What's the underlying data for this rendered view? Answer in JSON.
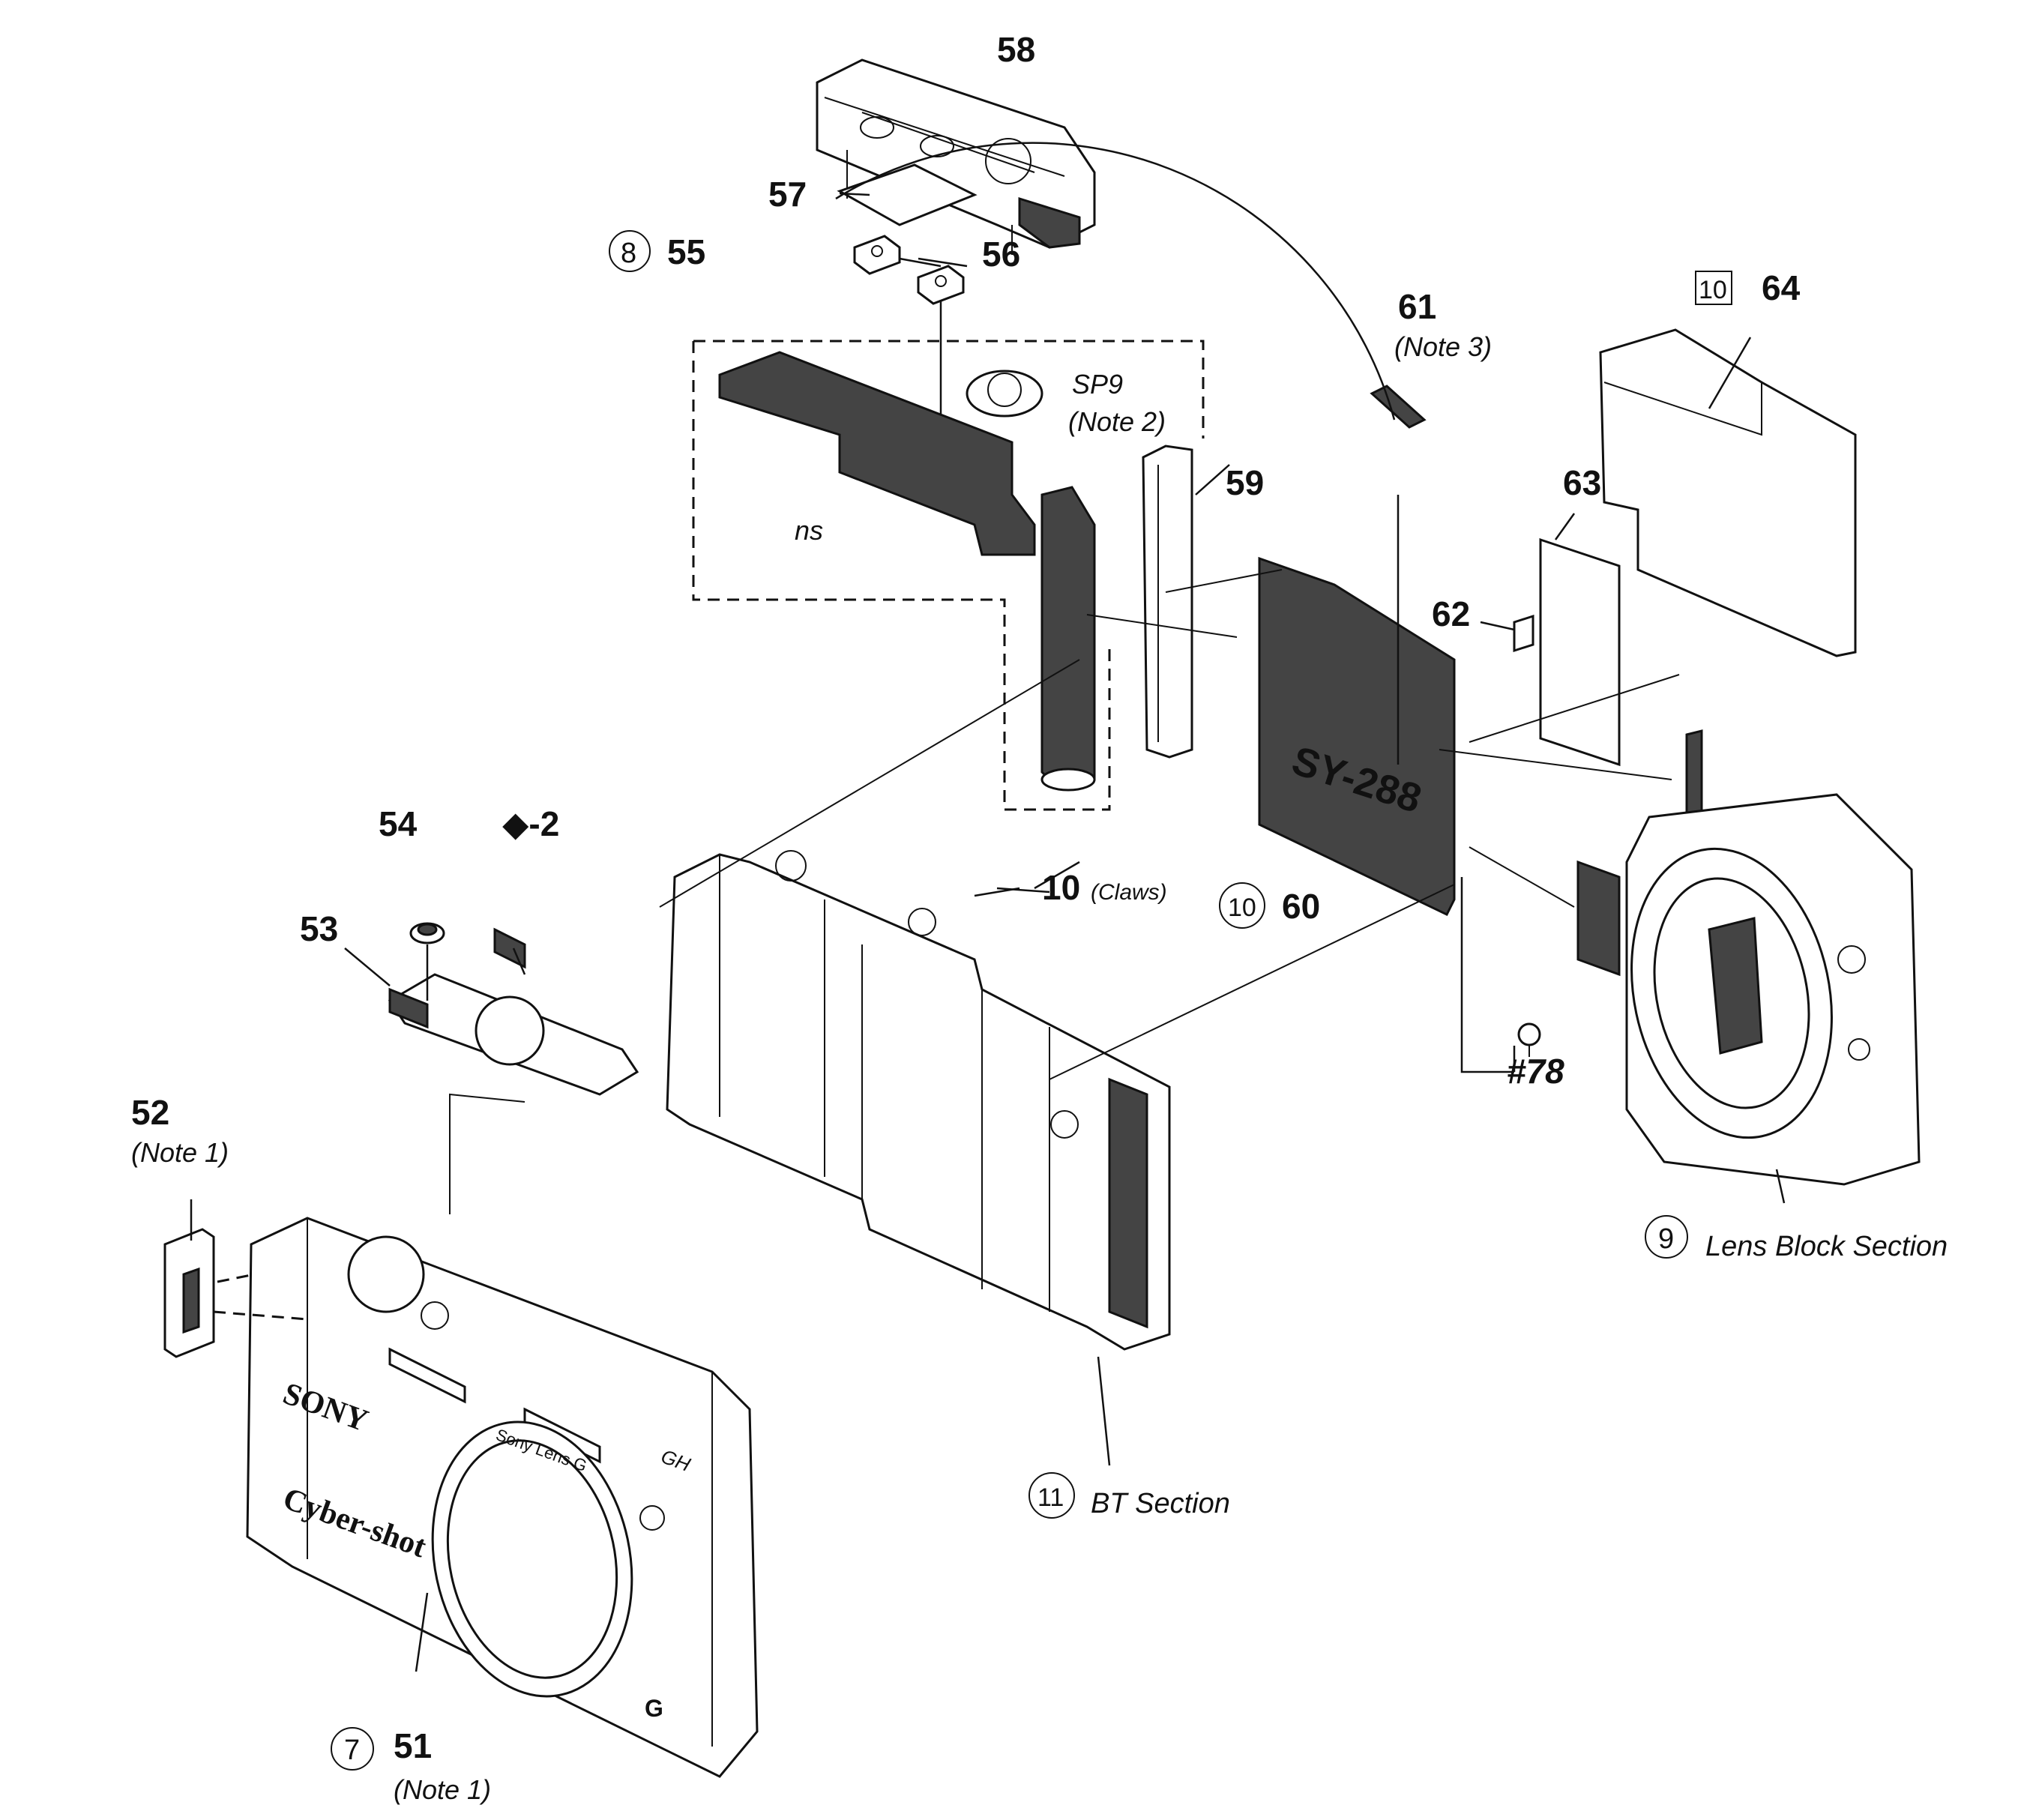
{
  "callouts": {
    "c51": "51",
    "c52": "52",
    "c53": "53",
    "c54": "54",
    "c55": "55",
    "c56": "56",
    "c57": "57",
    "c58": "58",
    "c59": "59",
    "c60": "60",
    "c61": "61",
    "c62": "62",
    "c63": "63",
    "c64": "64",
    "c78": "#78",
    "cdiamond2": "◆-2",
    "c10": "10"
  },
  "notes": {
    "n52": "(Note 1)",
    "n51": "(Note 1)",
    "n61": "(Note 3)",
    "nSP9": "(Note 2)",
    "sp9": "SP9",
    "ns": "ns",
    "claws": "(Claws)"
  },
  "section_markers": {
    "m7": "7",
    "m8": "8",
    "m9": "9",
    "m10a": "10",
    "m10b": "10",
    "m11": "11"
  },
  "sections": {
    "lens": "Lens Block Section",
    "bt": "BT Section"
  },
  "board_label": "SY-288",
  "brand": {
    "sony": "SONY",
    "cybershot": "Cyber-shot",
    "lens": "Sony Lens G",
    "model": "GH",
    "g": "G"
  }
}
